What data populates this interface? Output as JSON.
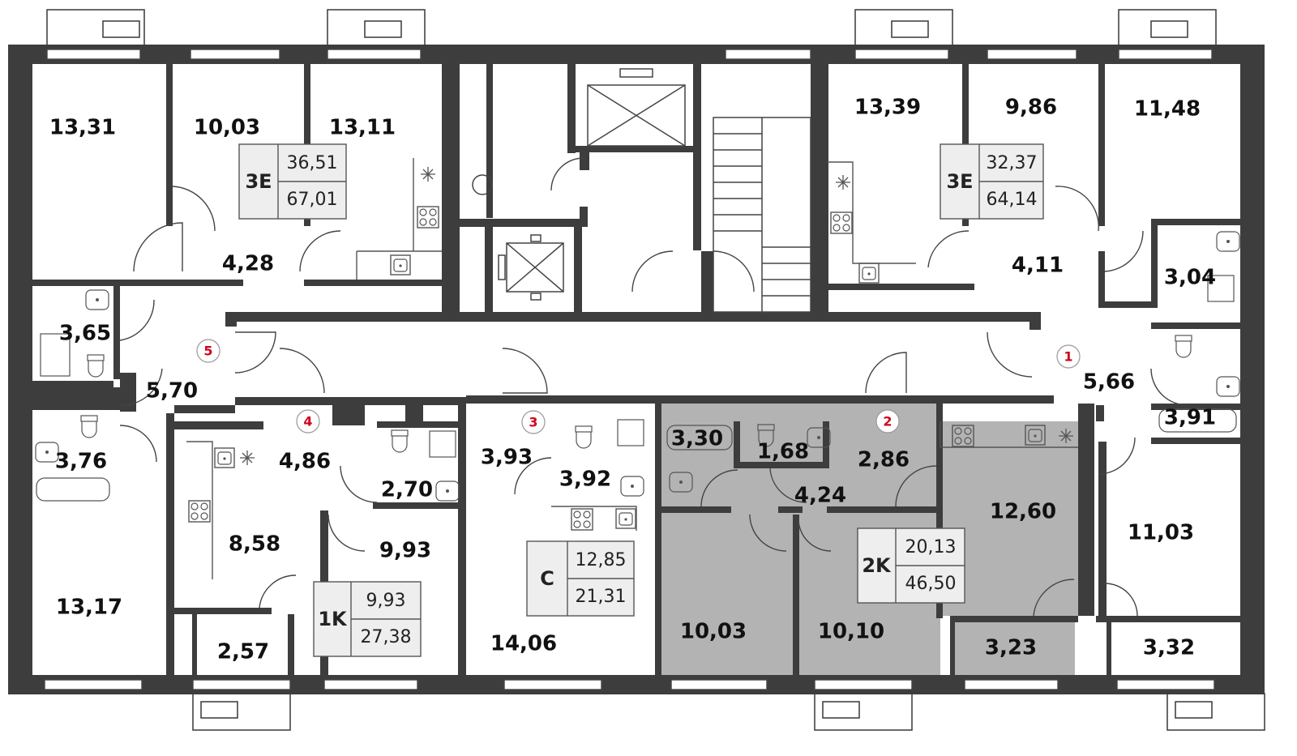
{
  "colors": {
    "wall": "#3d3d3d",
    "highlight": "#b3b3b3",
    "badge_bg": "#eeeeee",
    "marker": "#d0021b",
    "fixture": "#555555"
  },
  "rooms": {
    "r1331": "13,31",
    "r1003a": "10,03",
    "r1311": "13,11",
    "r428": "4,28",
    "r365": "3,65",
    "r570": "5,70",
    "r376": "3,76",
    "r1317": "13,17",
    "r486": "4,86",
    "r858": "8,58",
    "r257": "2,57",
    "r270": "2,70",
    "r993": "9,93",
    "r393": "3,93",
    "r392": "3,92",
    "r1406": "14,06",
    "r330": "3,30",
    "r168": "1,68",
    "r286": "2,86",
    "r424": "4,24",
    "r1003b": "10,03",
    "r1010": "10,10",
    "r1260": "12,60",
    "r323": "3,23",
    "r1339": "13,39",
    "r986": "9,86",
    "r1148": "11,48",
    "r411": "4,11",
    "r304": "3,04",
    "r566": "5,66",
    "r391": "3,91",
    "r1103": "11,03",
    "r332": "3,32"
  },
  "badges": {
    "b1": {
      "type": "3E",
      "living": "36,51",
      "total": "67,01"
    },
    "b2": {
      "type": "3E",
      "living": "32,37",
      "total": "64,14"
    },
    "b3": {
      "type": "1K",
      "living": "9,93",
      "total": "27,38"
    },
    "b4": {
      "type": "C",
      "living": "12,85",
      "total": "21,31"
    },
    "b5": {
      "type": "2K",
      "living": "20,13",
      "total": "46,50"
    }
  },
  "markers": {
    "m1": "1",
    "m2": "2",
    "m3": "3",
    "m4": "4",
    "m5": "5"
  }
}
